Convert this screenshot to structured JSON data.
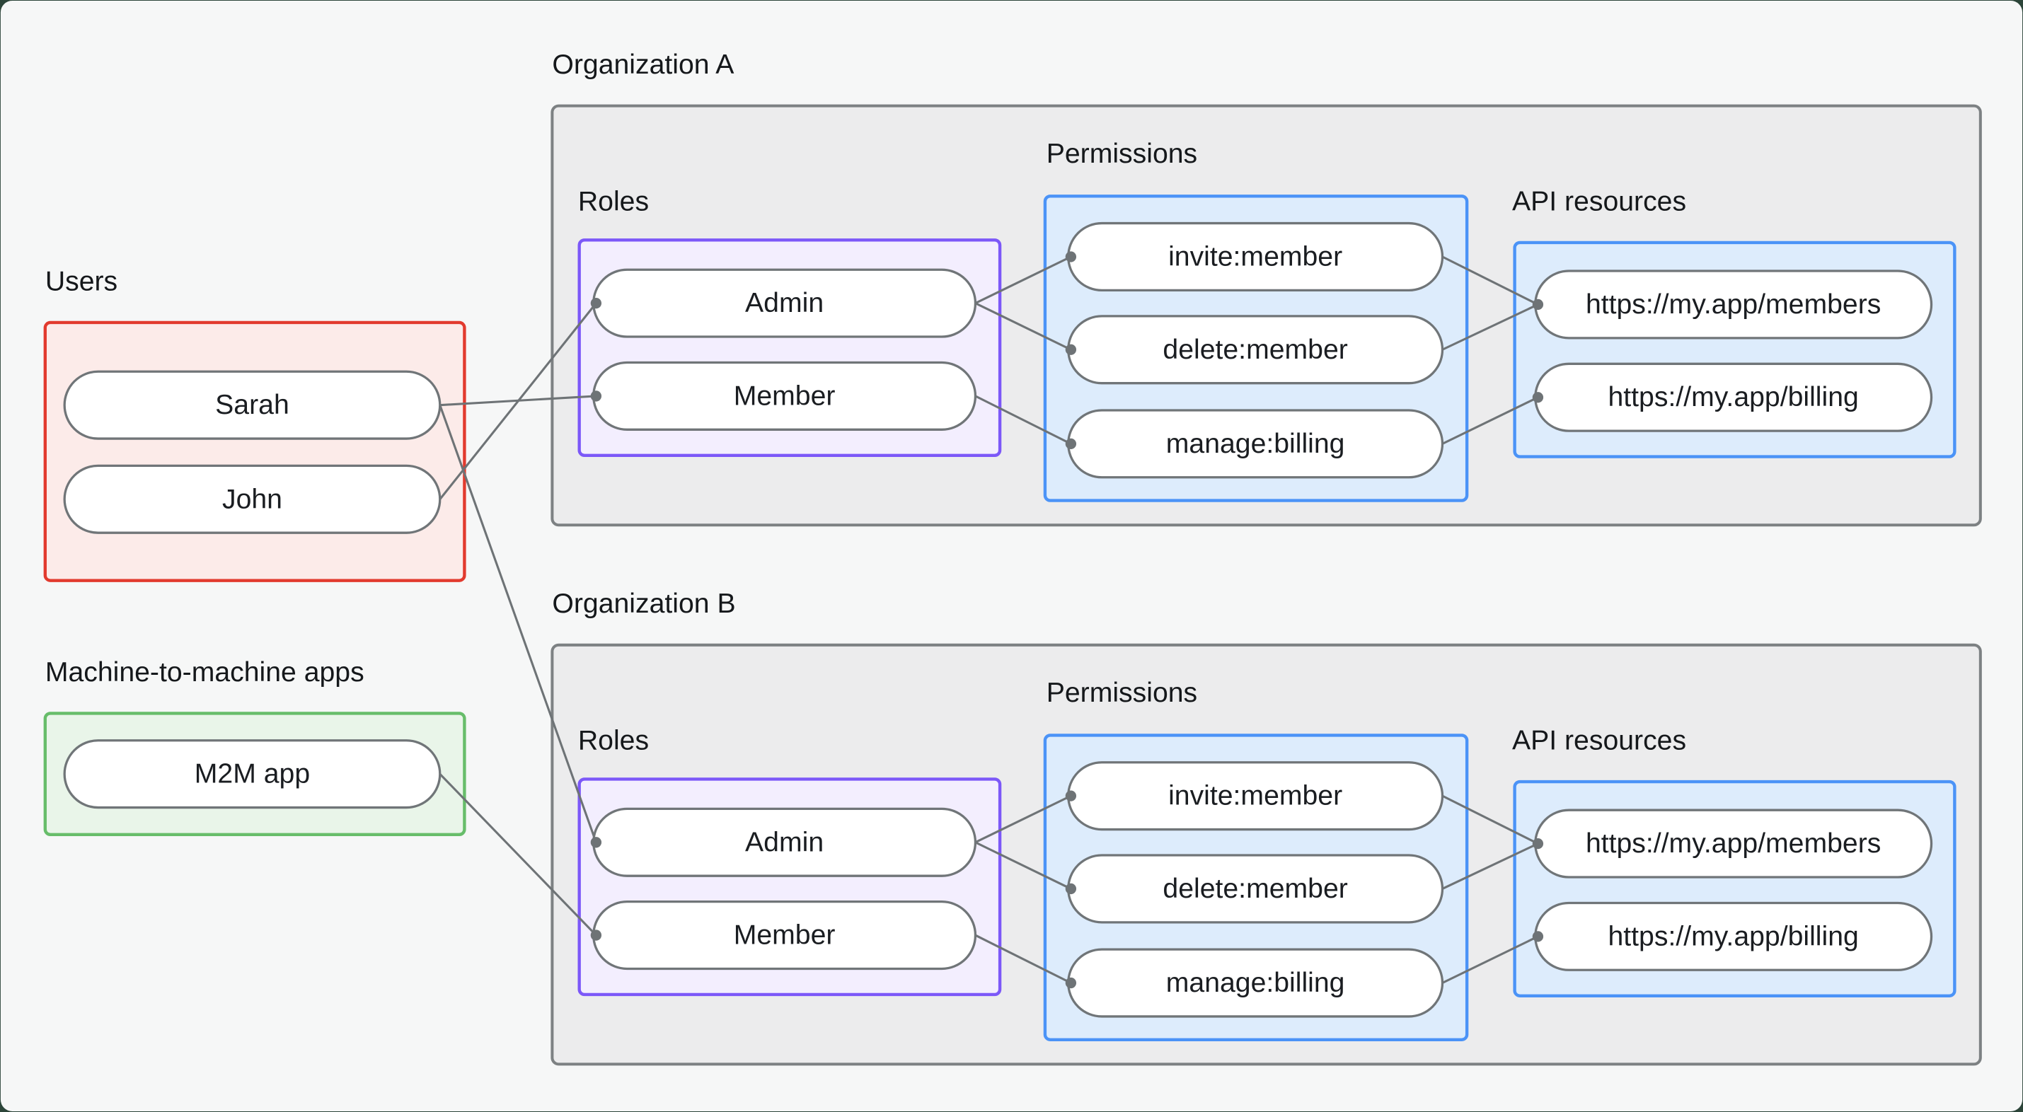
{
  "page": {
    "background": "#f6f7f7",
    "frame": "#2c4539"
  },
  "colors": {
    "users_border": "#e23a2e",
    "users_fill": "#fcebe9",
    "m2m_border": "#67bd6a",
    "m2m_fill": "#e9f5e9",
    "roles_border": "#7c58f8",
    "roles_fill": "#f3eefe",
    "blue_border": "#4b93f7",
    "blue_fill": "#ddecfc",
    "org_fill": "#ececed",
    "org_border": "#7d8183",
    "node_fill": "#ffffff",
    "node_border": "#707578",
    "edge": "#6e7376",
    "text": "#15181b"
  },
  "users": {
    "label": "Users",
    "nodes": [
      "Sarah",
      "John"
    ]
  },
  "m2m": {
    "label": "Machine-to-machine apps",
    "nodes": [
      "M2M app"
    ]
  },
  "org_a": {
    "title": "Organization A",
    "roles_label": "Roles",
    "permissions_label": "Permissions",
    "api_label": "API resources",
    "roles": [
      "Admin",
      "Member"
    ],
    "permissions": [
      "invite:member",
      "delete:member",
      "manage:billing"
    ],
    "api_resources": [
      "https://my.app/members",
      "https://my.app/billing"
    ]
  },
  "org_b": {
    "title": "Organization B",
    "roles_label": "Roles",
    "permissions_label": "Permissions",
    "api_label": "API resources",
    "roles": [
      "Admin",
      "Member"
    ],
    "permissions": [
      "invite:member",
      "delete:member",
      "manage:billing"
    ],
    "api_resources": [
      "https://my.app/members",
      "https://my.app/billing"
    ]
  },
  "connections": [
    {
      "from": "Sarah",
      "to": "Organization A / Member"
    },
    {
      "from": "John",
      "to": "Organization A / Admin"
    },
    {
      "from": "Sarah",
      "to": "Organization B / Admin"
    },
    {
      "from": "M2M app",
      "to": "Organization B / Member"
    },
    {
      "from": "Organization A / Admin",
      "to": "Organization A / invite:member"
    },
    {
      "from": "Organization A / Admin",
      "to": "Organization A / delete:member"
    },
    {
      "from": "Organization A / Member",
      "to": "Organization A / manage:billing"
    },
    {
      "from": "Organization A / invite:member",
      "to": "Organization A / https://my.app/members"
    },
    {
      "from": "Organization A / delete:member",
      "to": "Organization A / https://my.app/members"
    },
    {
      "from": "Organization A / manage:billing",
      "to": "Organization A / https://my.app/billing"
    },
    {
      "from": "Organization B / Admin",
      "to": "Organization B / invite:member"
    },
    {
      "from": "Organization B / Admin",
      "to": "Organization B / delete:member"
    },
    {
      "from": "Organization B / Member",
      "to": "Organization B / manage:billing"
    },
    {
      "from": "Organization B / invite:member",
      "to": "Organization B / https://my.app/members"
    },
    {
      "from": "Organization B / delete:member",
      "to": "Organization B / https://my.app/members"
    },
    {
      "from": "Organization B / manage:billing",
      "to": "Organization B / https://my.app/billing"
    }
  ]
}
